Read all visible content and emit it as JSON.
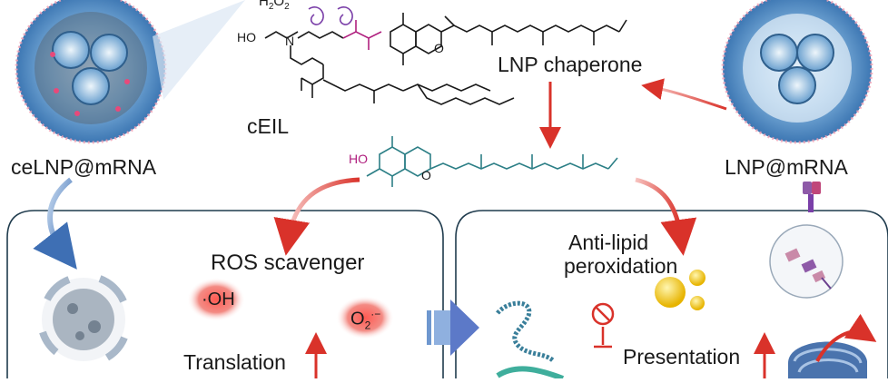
{
  "labels": {
    "ceLNP": "ceLNP@mRNA",
    "LNP": "LNP@mRNA",
    "chaperone": "LNP chaperone",
    "cEIL": "cEIL",
    "ros": "ROS scavenger",
    "antilipid_1": "Anti-lipid",
    "antilipid_2": "peroxidation",
    "translation": "Translation",
    "presentation": "Presentation",
    "oh_radical": "·OH",
    "superoxide": "O",
    "superoxide_sub": "2",
    "superoxide_sup": "·−",
    "h2o2": "H",
    "h2o2_sub": "2",
    "h2o2_o": "O",
    "h2o2_sub2": "2",
    "ho_top": "HO",
    "n_atom": "N",
    "ho_tocopherol": "HO",
    "o_ring_top": "O",
    "o_ring_bottom": "O"
  },
  "colors": {
    "red_arrow": "#e0433a",
    "blue_arrow": "#5b8fd0",
    "magenta": "#b0207f",
    "teal": "#2c7f86",
    "purple": "#7a3fa8",
    "text": "#1a1a1a",
    "red_blob": "#f0473f",
    "yellow": "#f5c518"
  }
}
